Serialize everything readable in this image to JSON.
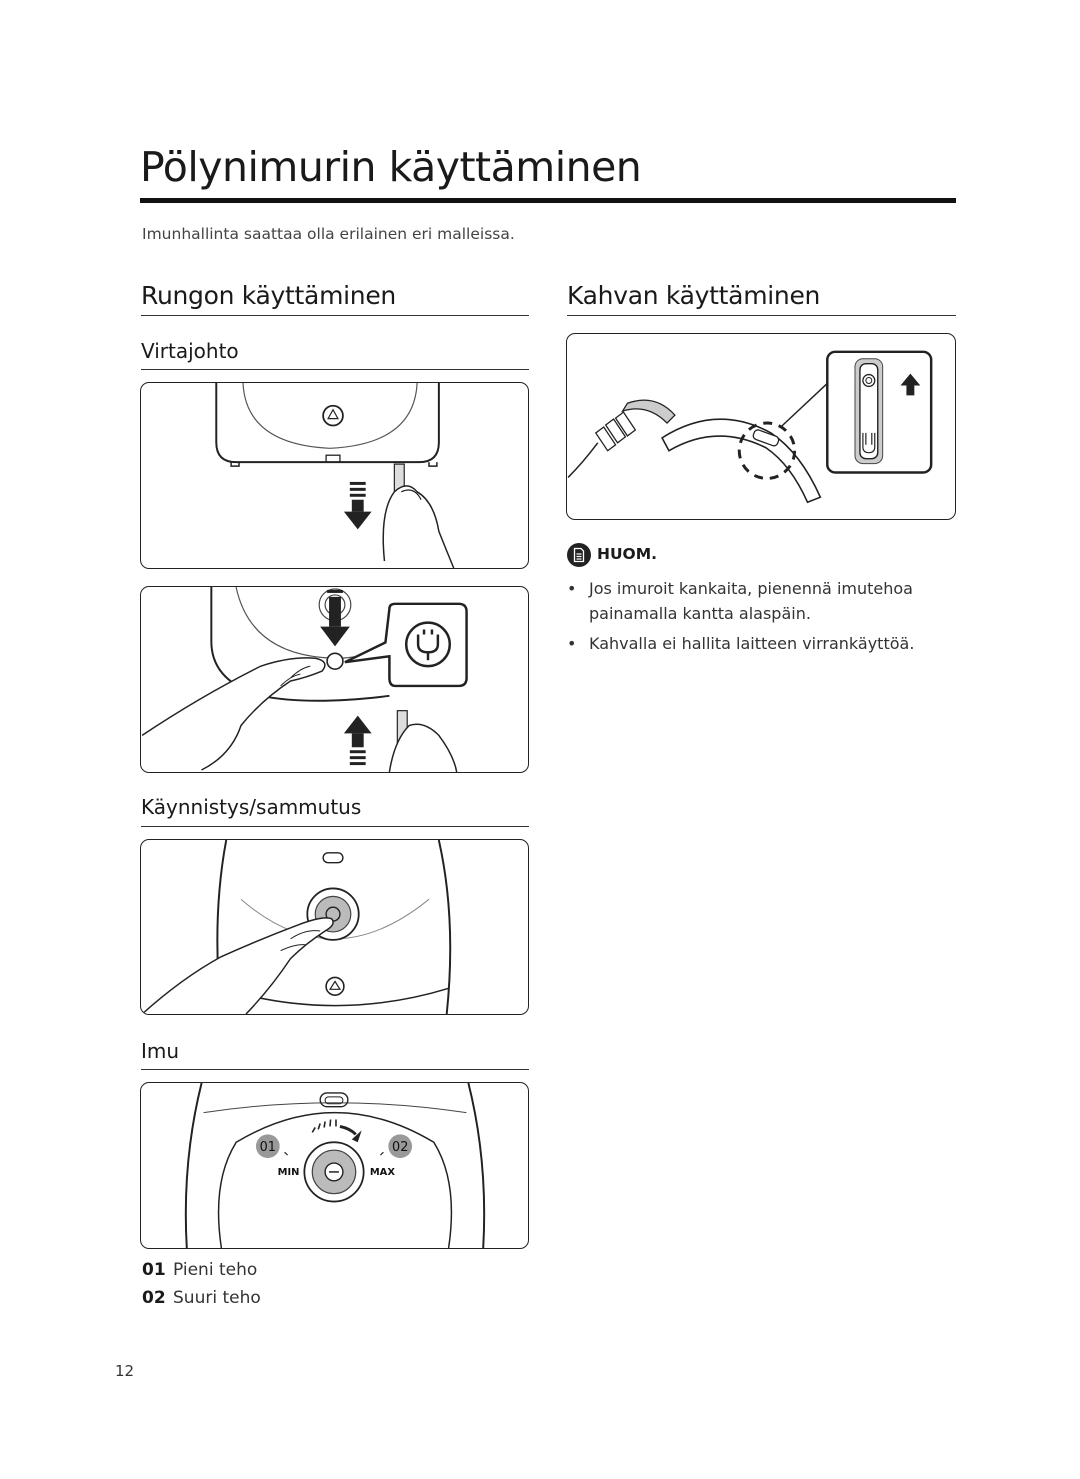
{
  "page": {
    "title": "Pölynimurin käyttäminen",
    "intro": "Imunhallinta saattaa olla erilainen eri malleissa.",
    "page_number": "12"
  },
  "left": {
    "heading": "Rungon käyttäminen",
    "power_cord": {
      "heading": "Virtajohto"
    },
    "power_switch": {
      "heading": "Käynnistys/sammutus"
    },
    "suction": {
      "heading": "Imu",
      "dial_min": "MIN",
      "dial_max": "MAX",
      "marker_low": "01",
      "marker_high": "02",
      "legend": [
        {
          "num": "01",
          "text": "Pieni teho"
        },
        {
          "num": "02",
          "text": "Suuri teho"
        }
      ]
    }
  },
  "right": {
    "heading": "Kahvan käyttäminen",
    "note": {
      "label": "HUOM.",
      "items": [
        "Jos imuroit kankaita, pienennä imutehoa painamalla kantta alaspäin.",
        "Kahvalla ei hallita laitteen virrankäyttöä."
      ]
    }
  }
}
